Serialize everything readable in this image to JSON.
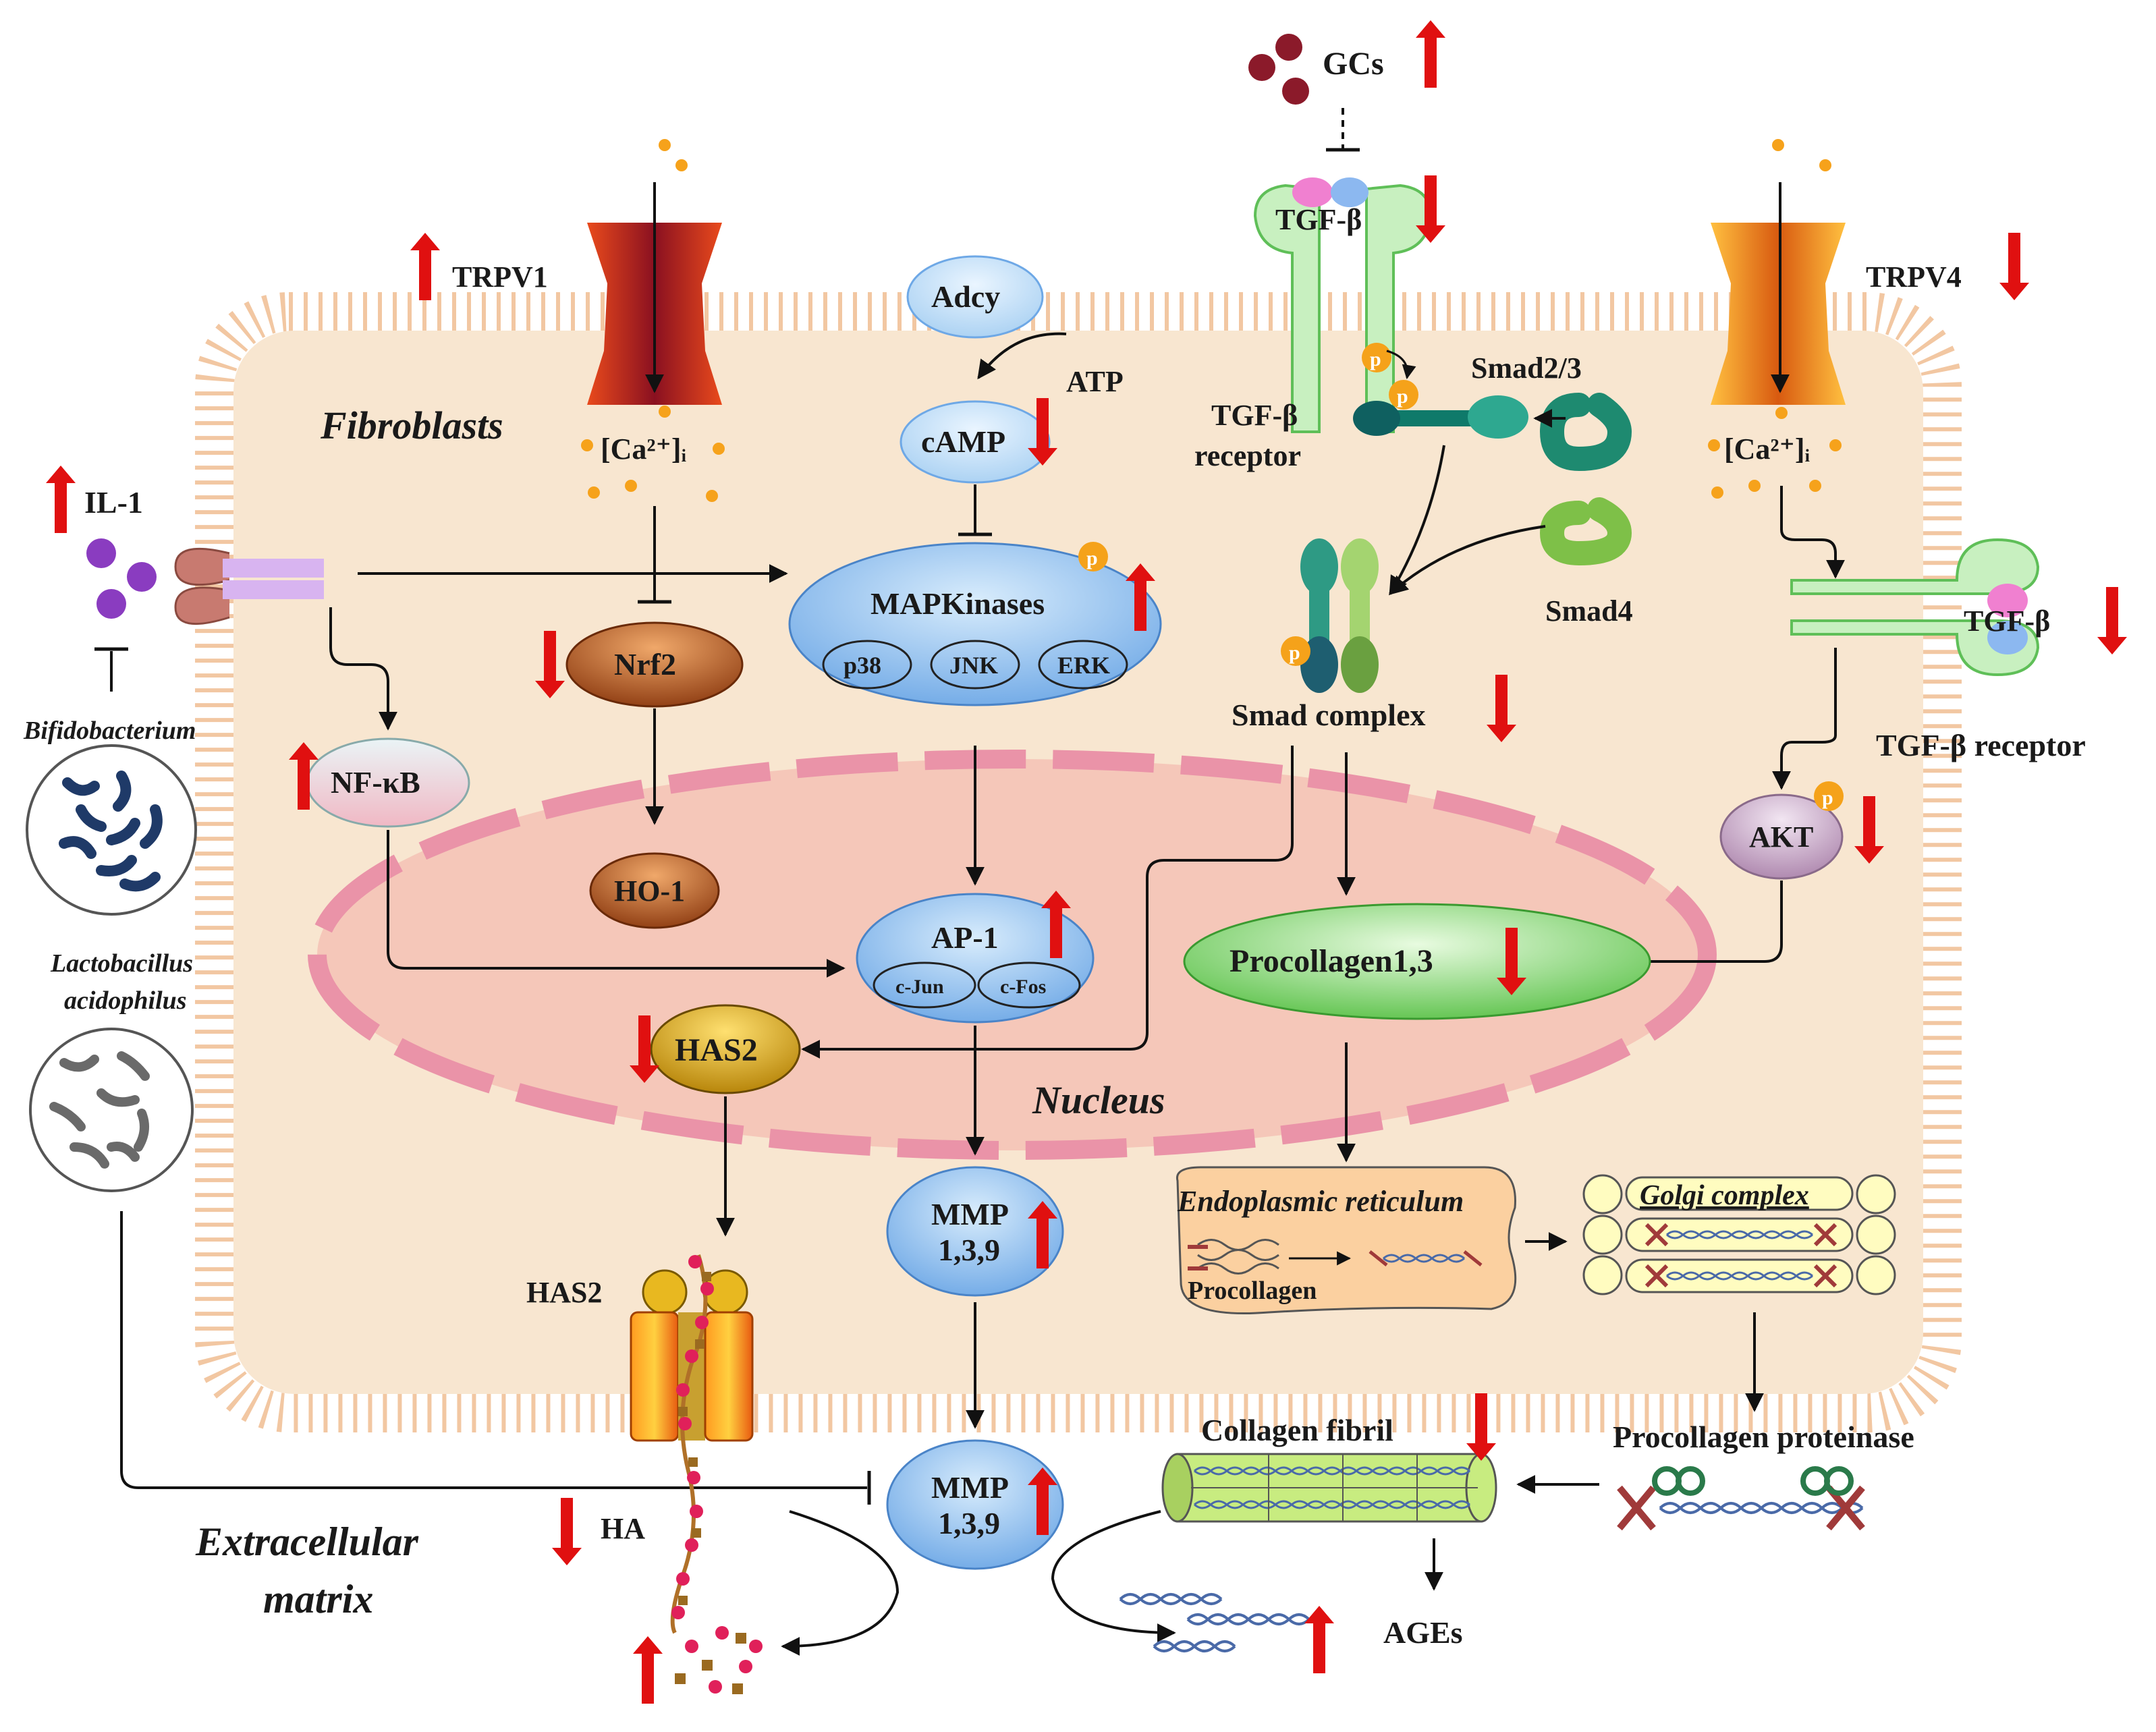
{
  "cell_labels": {
    "fibroblasts": "Fibroblasts",
    "nucleus": "Nucleus",
    "ecm_line1": "Extracellular",
    "ecm_line2": "matrix"
  },
  "receptors": {
    "trpv1": "TRPV1",
    "trpv4": "TRPV4",
    "ca_left": "[Ca²⁺]ᵢ",
    "ca_right": "[Ca²⁺]ᵢ",
    "gcs": "GCs",
    "tgfb_top": "TGF-β",
    "tgfb_receptor_top_line1": "TGF-β",
    "tgfb_receptor_top_line2": "receptor",
    "tgfb_right": "TGF-β",
    "tgfb_receptor_right": "TGF-β receptor",
    "il1": "IL-1"
  },
  "signaling": {
    "adcy": "Adcy",
    "atp": "ATP",
    "camp": "cAMP",
    "mapk": "MAPKinases",
    "p38": "p38",
    "jnk": "JNK",
    "erk": "ERK",
    "nrf2": "Nrf2",
    "ho1": "HO-1",
    "nfkb": "NF-κB",
    "smad23": "Smad2/3",
    "smad4": "Smad4",
    "smad_complex": "Smad complex",
    "akt": "AKT",
    "ap1": "AP-1",
    "cjun": "c-Jun",
    "cfos": "c-Fos",
    "procollagen13": "Procollagen1,3",
    "has2_nuc": "HAS2",
    "has2_mem": "HAS2",
    "mmp_top_line1": "MMP",
    "mmp_top_line2": "1,3,9",
    "mmp_bottom_line1": "MMP",
    "mmp_bottom_line2": "1,3,9",
    "p": "p"
  },
  "organelles": {
    "er": "Endoplasmic reticulum",
    "procollagen": "Procollagen",
    "golgi": "Golgi complex",
    "procollagen_proteinase": "Procollagen proteinase",
    "collagen_fibril": "Collagen fibril",
    "ages": "AGEs",
    "ha": "HA"
  },
  "bacteria": {
    "bifido": "Bifidobacterium",
    "lacto_line1": "Lactobacillus",
    "lacto_line2": "acidophilus"
  },
  "colors": {
    "cell_fill": "#f8e4cc",
    "membrane": "#f3c6a0",
    "nucleus_fill": "#f4c0b4",
    "nucleus_border": "#e88ca0",
    "arrow_red": "#e01010",
    "node_blue": "#8ec1ee",
    "node_green": "#6ccf5a",
    "node_brown": "#b8541c",
    "node_mauve": "#c6a6c6",
    "gcs_dot": "#8b1a2a",
    "il1_dot": "#8a3cc0",
    "p_badge": "#f5a21a"
  },
  "icons": [
    "up-arrow-icon",
    "down-arrow-icon",
    "phosphate-badge-icon",
    "ion-channel-icon",
    "scissors-icon",
    "bacteria-icon"
  ]
}
